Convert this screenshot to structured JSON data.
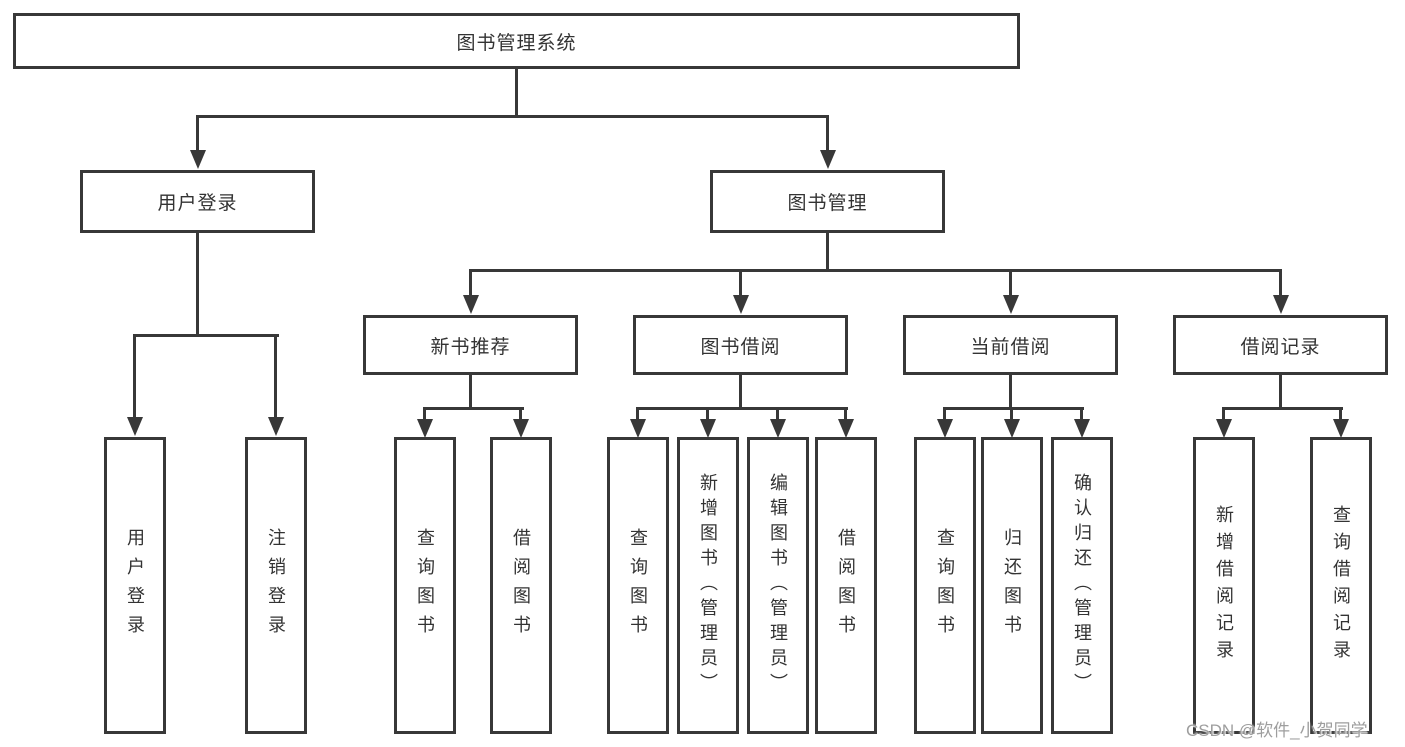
{
  "tree": {
    "root": {
      "label": "图书管理系统"
    },
    "branches": [
      {
        "label": "用户登录",
        "children": [
          {
            "label": "用户登录"
          },
          {
            "label": "注销登录"
          }
        ]
      },
      {
        "label": "图书管理",
        "children": [
          {
            "label": "新书推荐",
            "children": [
              {
                "label": "查询图书"
              },
              {
                "label": "借阅图书"
              }
            ]
          },
          {
            "label": "图书借阅",
            "children": [
              {
                "label": "查询图书"
              },
              {
                "label": "新增图书（管理员）"
              },
              {
                "label": "编辑图书（管理员）"
              },
              {
                "label": "借阅图书"
              }
            ]
          },
          {
            "label": "当前借阅",
            "children": [
              {
                "label": "查询图书"
              },
              {
                "label": "归还图书"
              },
              {
                "label": "确认归还（管理员）"
              }
            ]
          },
          {
            "label": "借阅记录",
            "children": [
              {
                "label": "新增借阅记录"
              },
              {
                "label": "查询借阅记录"
              }
            ]
          }
        ]
      }
    ]
  },
  "watermark": {
    "text": "CSDN @软件_小贺同学"
  },
  "colors": {
    "line": "#383838",
    "text": "#333333",
    "background": "#ffffff",
    "watermark": "#9e9e9e"
  }
}
